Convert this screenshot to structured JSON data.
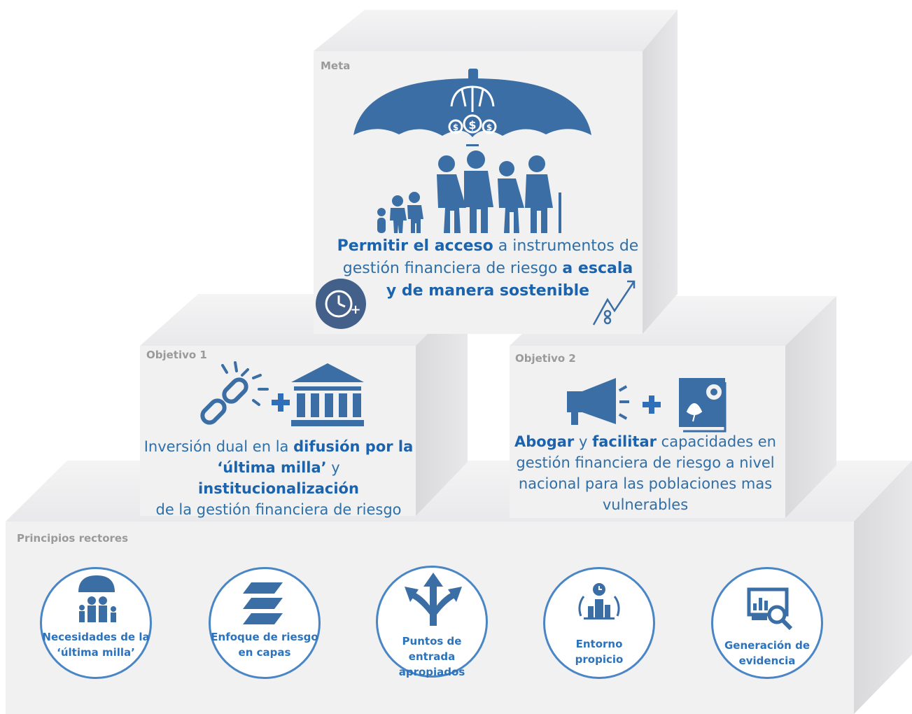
{
  "colors": {
    "brand_blue": "#3a6ea5",
    "text_blue": "#2f6fa8",
    "bold_blue": "#1c63ad",
    "circle_border": "#4a86c5",
    "block_face": "#f1f1f2",
    "label_gray": "#9a9a9a"
  },
  "meta": {
    "label": "Meta",
    "text": {
      "l1a": "Permitir el acceso",
      "l1b": " a instrumentos de",
      "l2a": "gestión financiera de riesgo ",
      "l2b": "a escala",
      "l3": "y de manera sostenible"
    },
    "icons": [
      "umbrella-icon",
      "money-umbrella-icon",
      "family-icon",
      "clock-plus-icon",
      "growth-arrow-icon"
    ]
  },
  "objetivo1": {
    "label": "Objetivo 1",
    "text": {
      "l1a": "Inversión dual en la ",
      "l1b": "difusión por la",
      "l2a": "‘última milla’",
      "l2b": " y ",
      "l2c": "institucionalización",
      "l3": "de la gestión financiera de riesgo"
    },
    "icons": [
      "broken-chain-icon",
      "plus-icon",
      "institution-icon"
    ]
  },
  "objetivo2": {
    "label": "Objetivo 2",
    "text": {
      "l1a": "Abogar",
      "l1b": " y ",
      "l1c": "facilitar",
      "l1d": " capacidades en",
      "l2": "gestión financiera de riesgo a nivel",
      "l3": "nacional para las poblaciones mas",
      "l4": "vulnerables"
    },
    "icons": [
      "megaphone-icon",
      "plus-icon",
      "capacity-gear-icon"
    ]
  },
  "principios": {
    "label": "Principios rectores",
    "items": [
      {
        "l1": "Necesidades de la",
        "l2": "‘última milla’",
        "icon": "umbrella-family-icon"
      },
      {
        "l1": "Enfoque de riesgo",
        "l2": "en capas",
        "icon": "layers-icon"
      },
      {
        "l1": "Puntos de entrada",
        "l2": "apropiados",
        "icon": "branching-arrows-icon"
      },
      {
        "l1": "Entorno",
        "l2": "propicio",
        "icon": "city-clock-icon"
      },
      {
        "l1": "Generación de",
        "l2": "evidencia",
        "icon": "chart-magnifier-icon"
      }
    ]
  }
}
